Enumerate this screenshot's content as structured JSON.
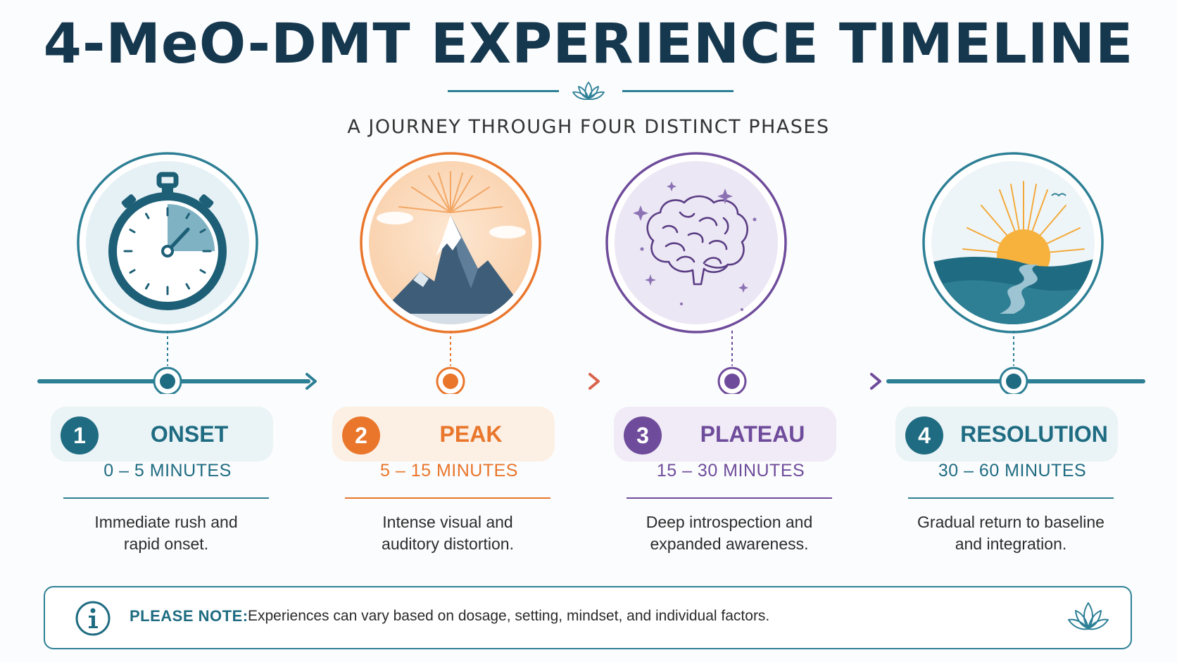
{
  "title": "4-MeO-DMT EXPERIENCE TIMELINE",
  "subtitle": "A JOURNEY THROUGH FOUR DISTINCT PHASES",
  "icons": {
    "header": "lotus-icon",
    "note": "info-icon",
    "note_decoration": "lotus-icon"
  },
  "phases": [
    {
      "number": "1",
      "name": "ONSET",
      "duration": "0 – 5 MINUTES",
      "description_line1": "Immediate rush and",
      "description_line2": "rapid onset.",
      "color": "#1f6c82",
      "icon": "stopwatch-icon"
    },
    {
      "number": "2",
      "name": "PEAK",
      "duration": "5 – 15 MINUTES",
      "description_line1": "Intense visual and",
      "description_line2": "auditory distortion.",
      "color": "#e9762b",
      "icon": "mountain-icon"
    },
    {
      "number": "3",
      "name": "PLATEAU",
      "duration": "15 – 30 MINUTES",
      "description_line1": "Deep introspection and",
      "description_line2": "expanded awareness.",
      "color": "#6f4c9b",
      "icon": "brain-icon"
    },
    {
      "number": "4",
      "name": "RESOLUTION",
      "duration": "30 – 60 MINUTES",
      "description_line1": "Gradual return to baseline",
      "description_line2": "and integration.",
      "color": "#1f6c82",
      "icon": "sunrise-icon"
    }
  ],
  "note": {
    "label": "PLEASE NOTE:",
    "text": "Experiences can vary based on dosage, setting, mindset, and individual factors."
  }
}
